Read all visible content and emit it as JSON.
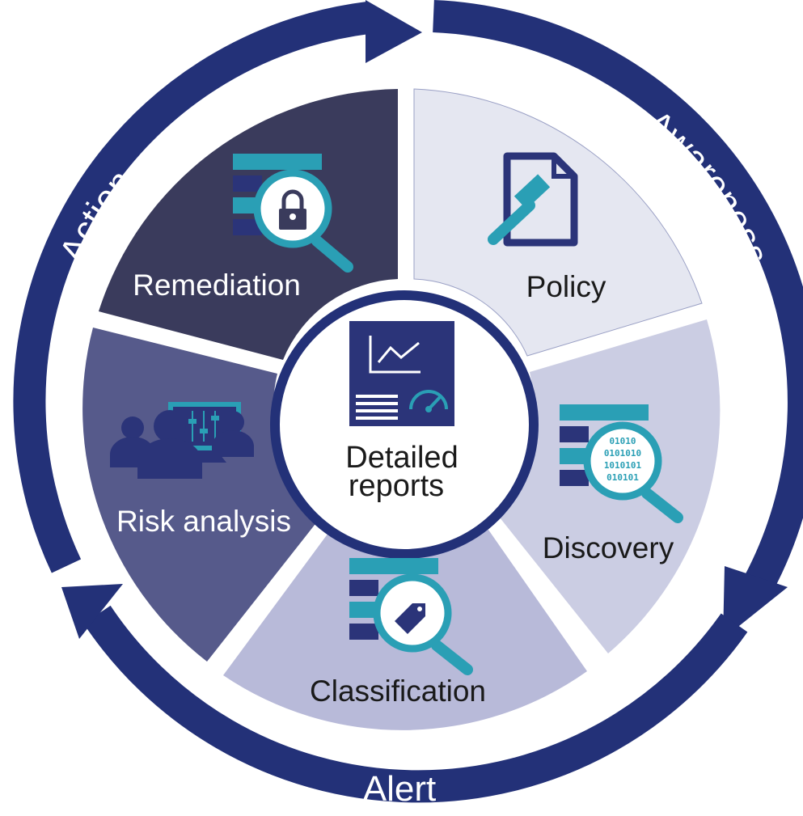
{
  "cycle": {
    "awareness": "Awareness",
    "alert": "Alert",
    "action": "Action"
  },
  "center": {
    "line1": "Detailed",
    "line2": "reports"
  },
  "segments": {
    "policy": "Policy",
    "discovery": "Discovery",
    "classification": "Classification",
    "risk_analysis": "Risk analysis",
    "remediation": "Remediation"
  },
  "discovery_binary": [
    "01010",
    "0101010",
    "1010101",
    "010101"
  ],
  "colors": {
    "ring": "#233178",
    "policy": "#e5e7f1",
    "discovery": "#cbcde3",
    "classification": "#b8bad9",
    "risk_analysis": "#565a8b",
    "remediation": "#3a3b5c",
    "teal": "#2a9fb5",
    "icon_navy": "#2b3479"
  },
  "icons": {
    "remediation": "magnifier-lock-icon",
    "policy": "document-gavel-icon",
    "discovery": "magnifier-binary-icon",
    "classification": "magnifier-tag-icon",
    "risk_analysis": "people-monitor-icon",
    "center": "report-chart-gauge-icon"
  }
}
